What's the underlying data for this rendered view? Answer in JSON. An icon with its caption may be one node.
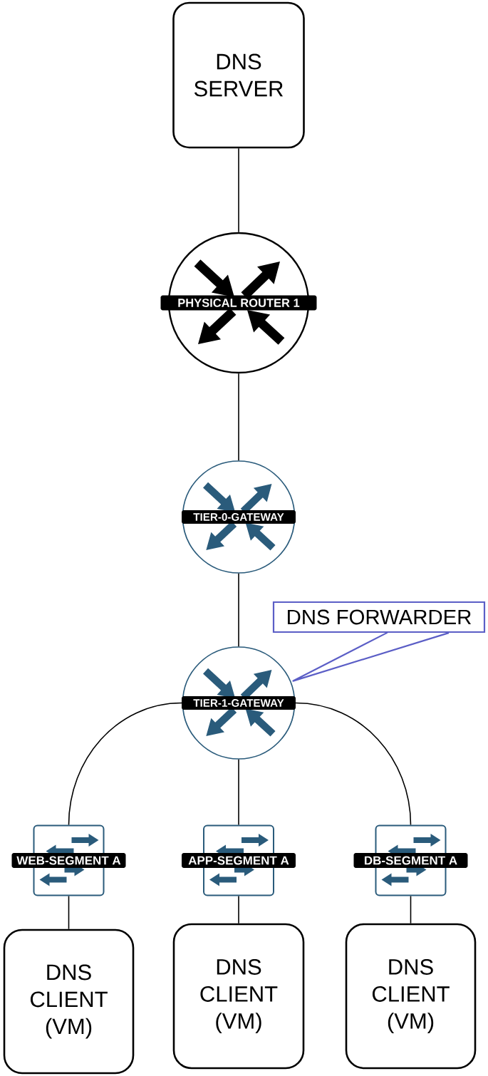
{
  "diagram": {
    "nodes": [
      {
        "text": [
          "DNS SERVER"
        ]
      },
      {
        "text": [
          "PHYSICAL ROUTER 1"
        ]
      },
      {
        "text": [
          "TIER-0-GATEWAY"
        ]
      },
      {
        "text": [
          "DNS FORWARDER"
        ]
      },
      {
        "text": [
          "TIER-1-GATEWAY"
        ]
      },
      {
        "text": [
          "WEB-SEGMENT A"
        ]
      },
      {
        "text": [
          "APP-SEGMENT A"
        ]
      },
      {
        "text": [
          "DB-SEGMENT A"
        ]
      },
      {
        "text": [
          "DNS CLIENT (VM)"
        ]
      },
      {
        "text": [
          "DNS CLIENT (VM)"
        ]
      },
      {
        "text": [
          "DNS CLIENT (VM)"
        ]
      }
    ],
    "edges": [
      {
        "from": 0,
        "to": 1,
        "arrow": "none"
      },
      {
        "from": 1,
        "to": 2,
        "arrow": "none"
      },
      {
        "from": 2,
        "to": 4,
        "arrow": "none"
      },
      {
        "from": 3,
        "to": 4,
        "arrow": "none",
        "color": "#5b5ec6"
      },
      {
        "from": 4,
        "to": 5,
        "arrow": "none"
      },
      {
        "from": 4,
        "to": 6,
        "arrow": "none"
      },
      {
        "from": 4,
        "to": 7,
        "arrow": "none"
      },
      {
        "from": 5,
        "to": 8,
        "arrow": "none"
      },
      {
        "from": 6,
        "to": 9,
        "arrow": "none"
      },
      {
        "from": 7,
        "to": 10,
        "arrow": "none"
      }
    ]
  }
}
